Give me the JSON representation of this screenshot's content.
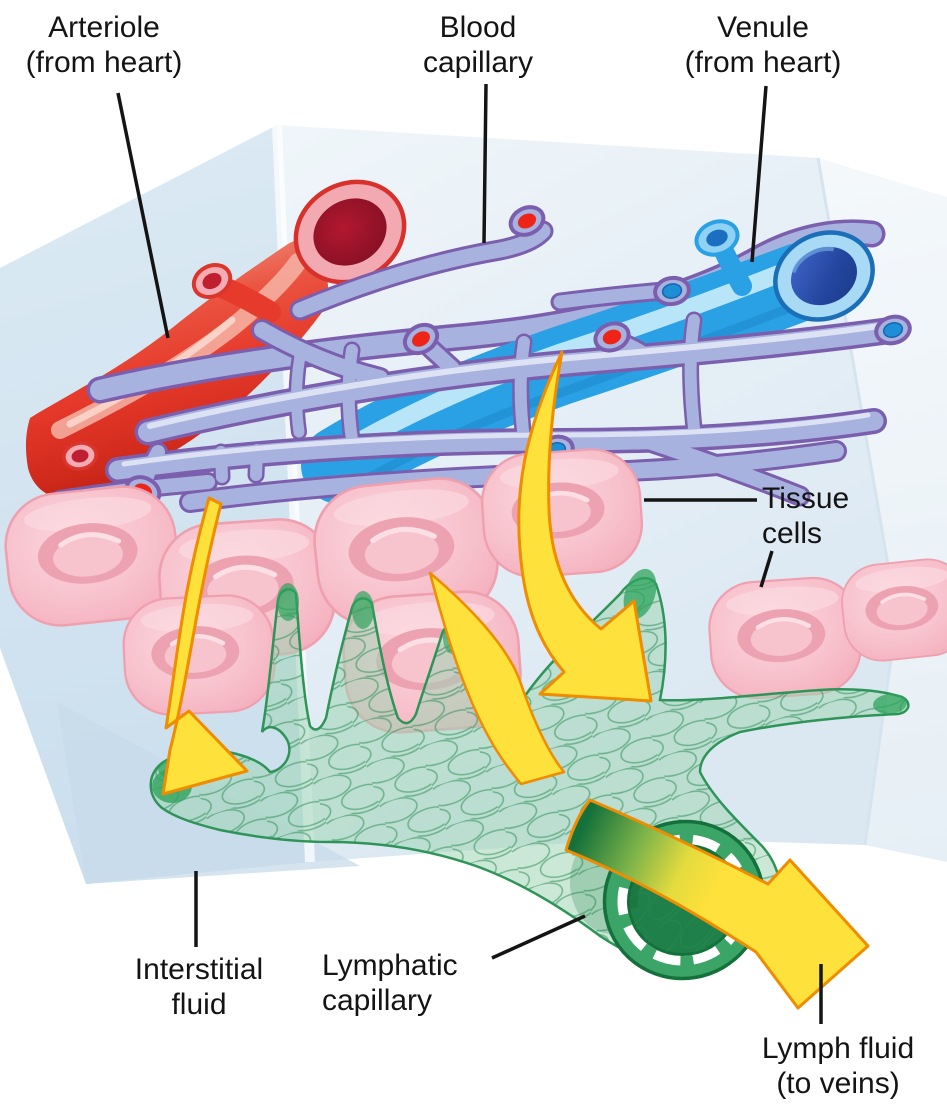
{
  "labels": {
    "arteriole": {
      "line1": "Arteriole",
      "line2": "(from heart)"
    },
    "blood_capillary": {
      "line1": "Blood",
      "line2": "capillary"
    },
    "venule": {
      "line1": "Venule",
      "line2": "(from heart)"
    },
    "tissue_cells": {
      "line1": "Tissue",
      "line2": "cells"
    },
    "interstitial_fluid": {
      "line1": "Interstitial",
      "line2": "fluid"
    },
    "lymphatic_capillary": {
      "line1": "Lymphatic",
      "line2": "capillary"
    },
    "lymph_fluid": {
      "line1": "Lymph fluid",
      "line2": "(to veins)"
    }
  },
  "colors": {
    "arteriole_red": "#E63A2C",
    "venule_blue": "#2BA1E5",
    "capillary_lavender": "#A8B2DE",
    "capillary_outline": "#7B5FAE",
    "red_blood_dot": "#EE2418",
    "blue_blood_dot": "#1E8FD6",
    "tissue_cell_pink": "#F3ABB9",
    "lymphatic_green": "#2E9458",
    "flow_arrow_yellow": "#FFE13B",
    "arrow_outline_orange": "#F08C00",
    "tissue_block_blue": "#DCE9F3",
    "label_text": "#141414"
  }
}
